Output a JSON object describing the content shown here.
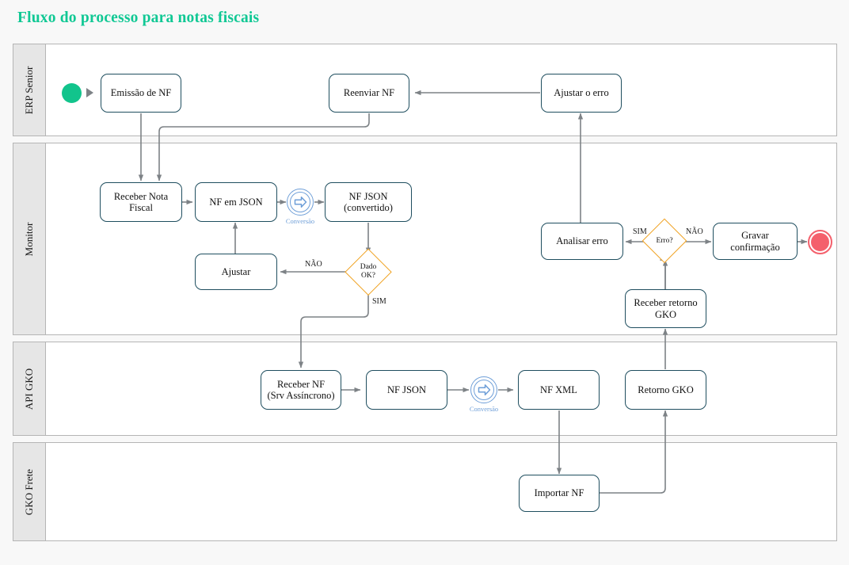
{
  "page": {
    "title": "Fluxo do processo para notas fiscais",
    "title_color": "#10c894",
    "background": "#f8f8f8"
  },
  "lanes": [
    {
      "id": "erp-senior",
      "label": "ERP Senior"
    },
    {
      "id": "monitor",
      "label": "Monitor"
    },
    {
      "id": "api-gko",
      "label": "API GKO"
    },
    {
      "id": "gko-frete",
      "label": "GKO Frete"
    }
  ],
  "nodes": {
    "emissao_nf": "Emissão de NF",
    "reenviar_nf": "Reenviar NF",
    "ajustar_o_erro": "Ajustar o erro",
    "receber_nota_fiscal": "Receber Nota Fiscal",
    "nf_em_json": "NF em JSON",
    "nf_json_convertido": "NF JSON\n(convertido)",
    "ajustar": "Ajustar",
    "analisar_erro": "Analisar erro",
    "gravar_confirmacao": "Gravar confirmação",
    "receber_retorno_gko": "Receber retorno\nGKO",
    "receber_nf_srv": "Receber NF\n(Srv Assíncrono)",
    "nf_json": "NF JSON",
    "nf_xml": "NF XML",
    "retorno_gko": "Retorno GKO",
    "importar_nf": "Importar NF"
  },
  "gateways": {
    "dado_ok": "Dado\nOK?",
    "erro": "Erro?"
  },
  "events": {
    "start_name": "start-event",
    "start_color": "#12c48c",
    "end_name": "end-event",
    "end_color": "#f4606c"
  },
  "icons": {
    "conversao_label": "Conversão",
    "conversao_color": "#6f9fd8",
    "start_arrow": "play-triangle-icon"
  },
  "edge_labels": {
    "dado_nao": "NÃO",
    "dado_sim": "SIM",
    "erro_sim": "SIM",
    "erro_nao": "NÃO"
  }
}
